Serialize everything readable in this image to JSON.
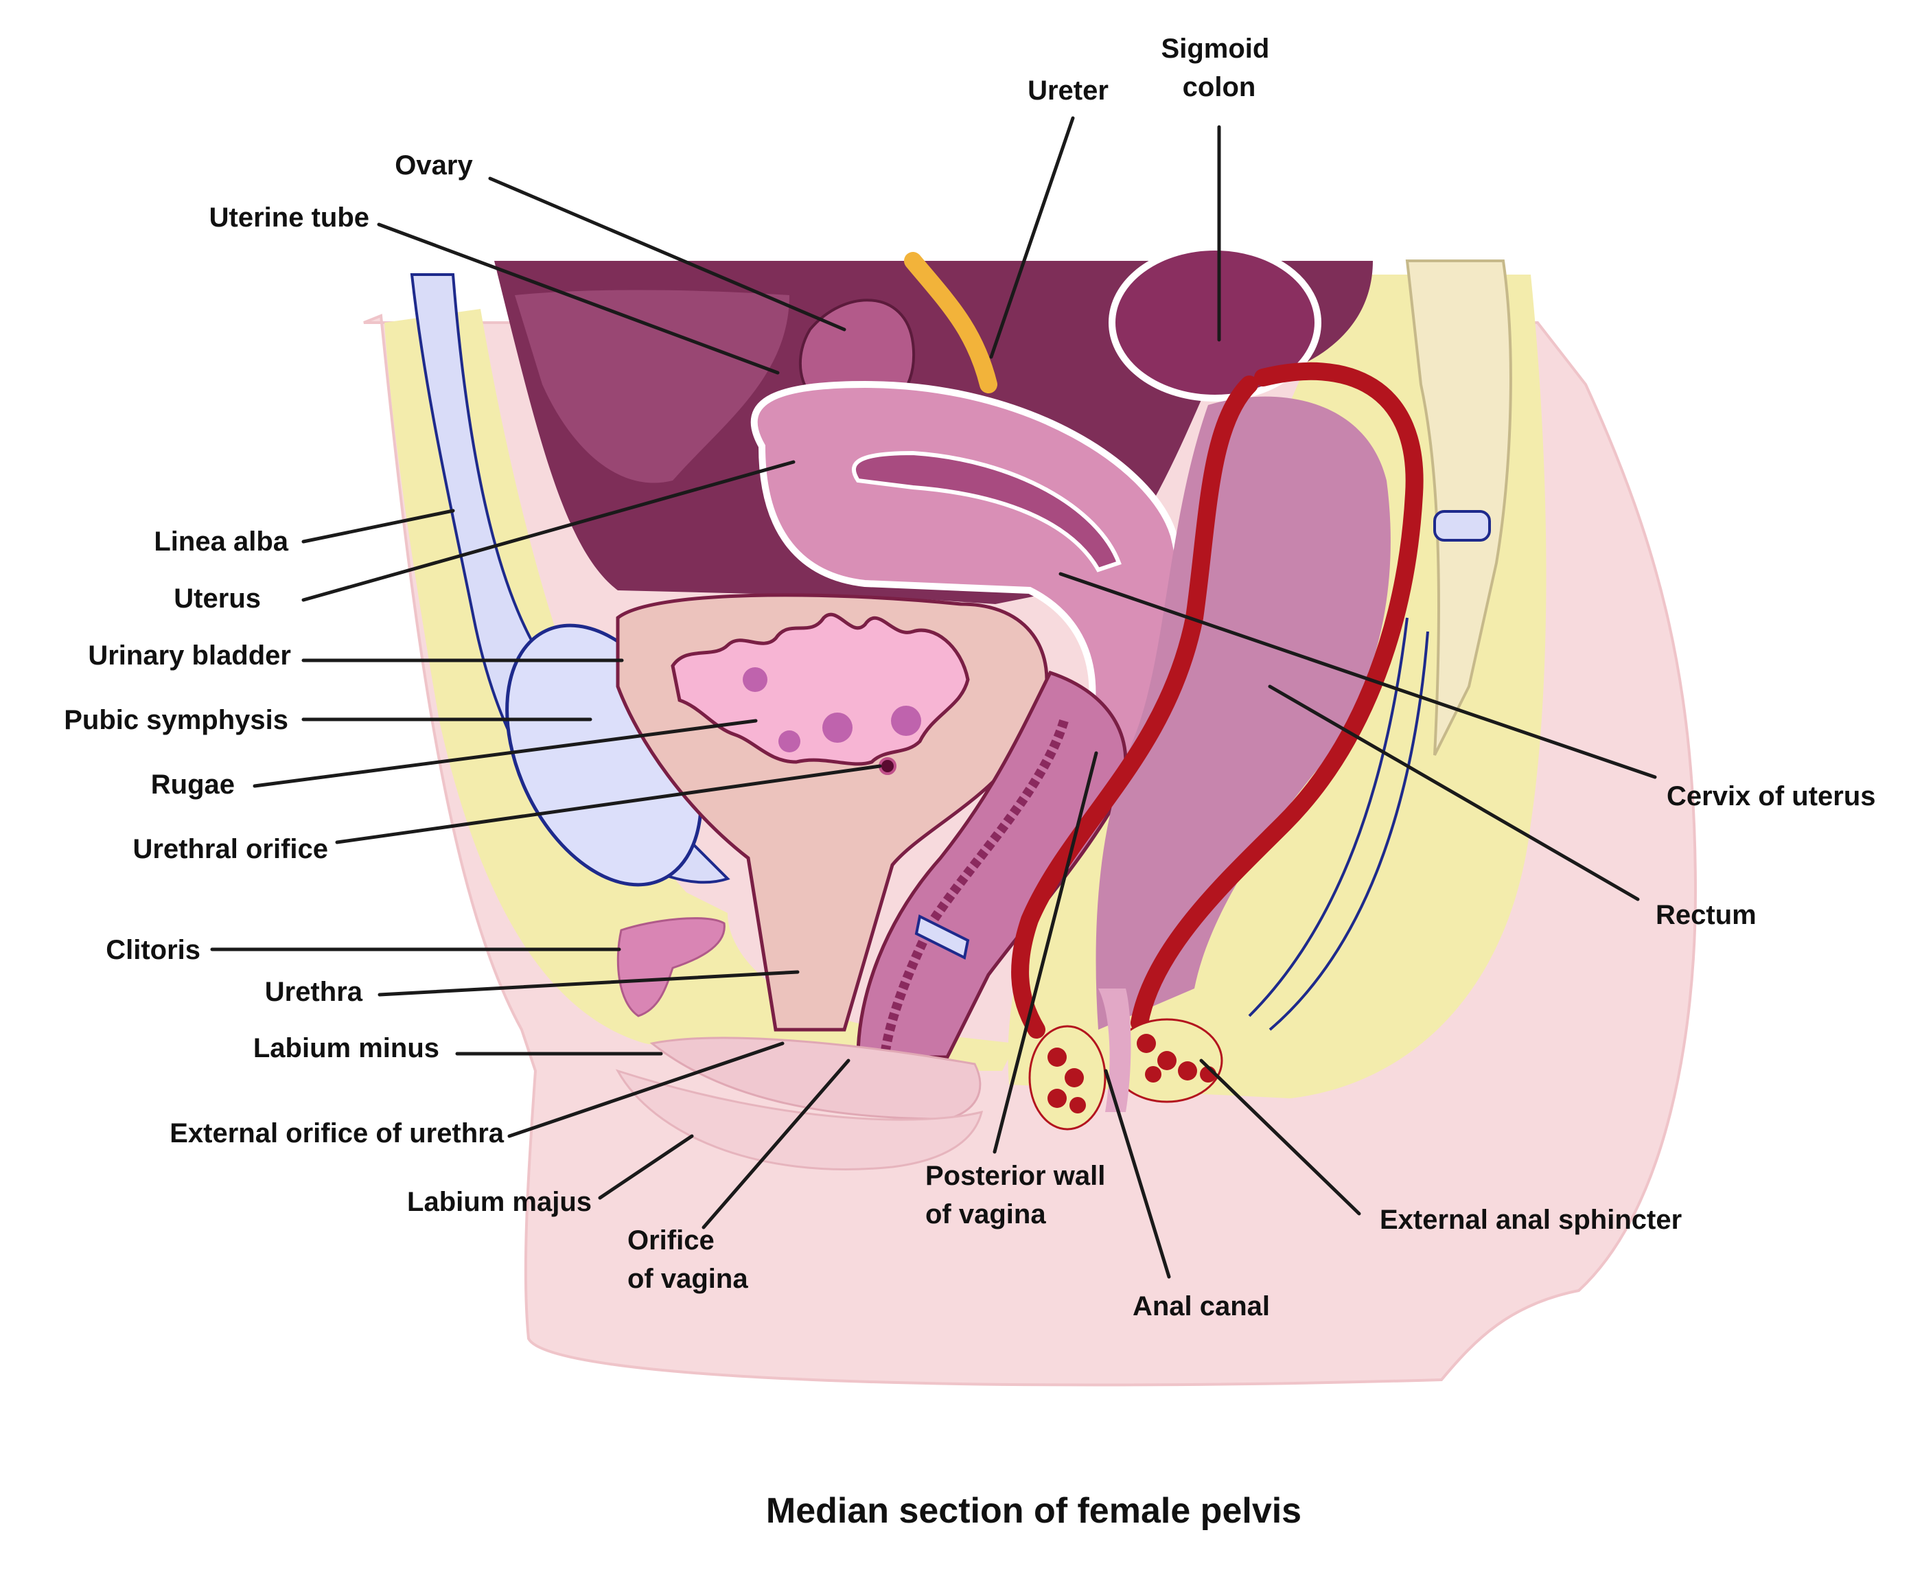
{
  "title": "Median section of female pelvis",
  "colors": {
    "skin": "#f6d6da",
    "skin_dark": "#efc0c6",
    "fat": "#f3ecaa",
    "peritoneal_cavity": "#7e2e58",
    "uterus": "#d98fb6",
    "uterus_light": "#e6a9c9",
    "bladder": "#ecc3bd",
    "rugae": "#f7b5d4",
    "rugae_folds": "#bf63ad",
    "pubic_symphysis": "#d9dcf8",
    "rectal_wall": "#b3141e",
    "rectum": "#c785ad",
    "vagina": "#c877a6",
    "ureter": "#f2b33a",
    "outline": "#7a1f45",
    "nerve_blue": "#1e2a8c",
    "bone": "#f0e8c0"
  },
  "labels": [
    {
      "id": "sigmoid-colon",
      "lines": [
        "Sigmoid",
        "colon"
      ]
    },
    {
      "id": "ureter",
      "lines": [
        "Ureter"
      ]
    },
    {
      "id": "ovary",
      "lines": [
        "Ovary"
      ]
    },
    {
      "id": "uterine-tube",
      "lines": [
        "Uterine tube"
      ]
    },
    {
      "id": "linea-alba",
      "lines": [
        "Linea alba"
      ]
    },
    {
      "id": "uterus",
      "lines": [
        "Uterus"
      ]
    },
    {
      "id": "urinary-bladder",
      "lines": [
        "Urinary bladder"
      ]
    },
    {
      "id": "pubic-symphysis",
      "lines": [
        "Pubic symphysis"
      ]
    },
    {
      "id": "rugae",
      "lines": [
        "Rugae"
      ]
    },
    {
      "id": "urethral-orifice",
      "lines": [
        "Urethral orifice"
      ]
    },
    {
      "id": "clitoris",
      "lines": [
        "Clitoris"
      ]
    },
    {
      "id": "urethra",
      "lines": [
        "Urethra"
      ]
    },
    {
      "id": "labium-minus",
      "lines": [
        "Labium minus"
      ]
    },
    {
      "id": "external-orifice-of-urethra",
      "lines": [
        "External orifice of urethra"
      ]
    },
    {
      "id": "labium-majus",
      "lines": [
        "Labium majus"
      ]
    },
    {
      "id": "orifice-of-vagina",
      "lines": [
        "Orifice",
        "of vagina"
      ]
    },
    {
      "id": "posterior-wall-of-vagina",
      "lines": [
        "Posterior wall",
        "of vagina"
      ]
    },
    {
      "id": "anal-canal",
      "lines": [
        "Anal canal"
      ]
    },
    {
      "id": "external-anal-sphincter",
      "lines": [
        "External anal sphincter"
      ]
    },
    {
      "id": "rectum",
      "lines": [
        "Rectum"
      ]
    },
    {
      "id": "cervix-of-uterus",
      "lines": [
        "Cervix of uterus"
      ]
    }
  ]
}
